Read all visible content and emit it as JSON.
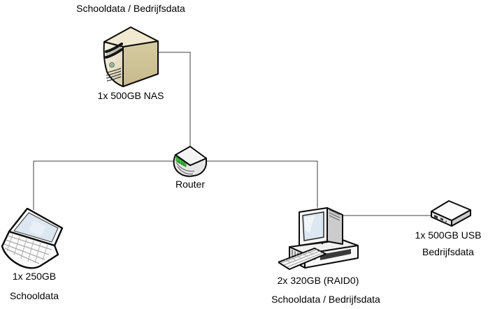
{
  "diagram": {
    "type": "network-topology",
    "nodes": {
      "nas": {
        "icon": "server-tower-icon",
        "data_label": "Schooldata / Bedrijfsdata",
        "device_label": "1x 500GB NAS"
      },
      "router": {
        "icon": "router-icon",
        "device_label": "Router"
      },
      "laptop": {
        "icon": "laptop-icon",
        "device_label": "1x 250GB",
        "data_label": "Schooldata"
      },
      "desktop": {
        "icon": "desktop-pc-icon",
        "device_label": "2x 320GB (RAID0)",
        "data_label": "Schooldata / Bedrijfsdata"
      },
      "usb": {
        "icon": "usb-drive-icon",
        "device_label": "1x 500GB USB",
        "data_label": "Bedrijfsdata"
      }
    },
    "connections": [
      {
        "from": "nas",
        "to": "router"
      },
      {
        "from": "router",
        "to": "laptop"
      },
      {
        "from": "router",
        "to": "desktop"
      },
      {
        "from": "desktop",
        "to": "usb"
      }
    ],
    "colors": {
      "bg": "#ffffff",
      "text": "#000000",
      "line": "#404040",
      "outline": "#0a0a0a",
      "server_front": "#efe8cd",
      "server_front_dark": "#d9cfab",
      "server_side": "#d6cba1",
      "server_side_dark": "#c6ba8d",
      "server_top": "#f1ead0",
      "led_green": "#55b768",
      "router_led": "#3ec53e",
      "device_white": "#fbfbfb",
      "device_gray": "#e6e6e6",
      "device_dark_gray": "#cccccc",
      "screen_blue": "#dde7f2"
    }
  }
}
